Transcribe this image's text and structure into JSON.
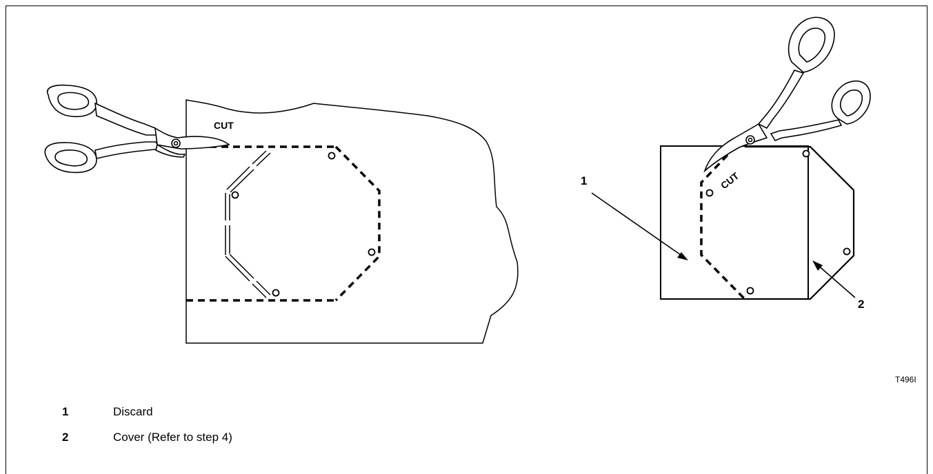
{
  "figure": {
    "left_cut_label": "CUT",
    "right_cut_label": "CUT",
    "callout_1": "1",
    "callout_2": "2",
    "figure_id": "T496I"
  },
  "legend": [
    {
      "number": "1",
      "text": "Discard"
    },
    {
      "number": "2",
      "text": "Cover (Refer to step 4)"
    }
  ]
}
